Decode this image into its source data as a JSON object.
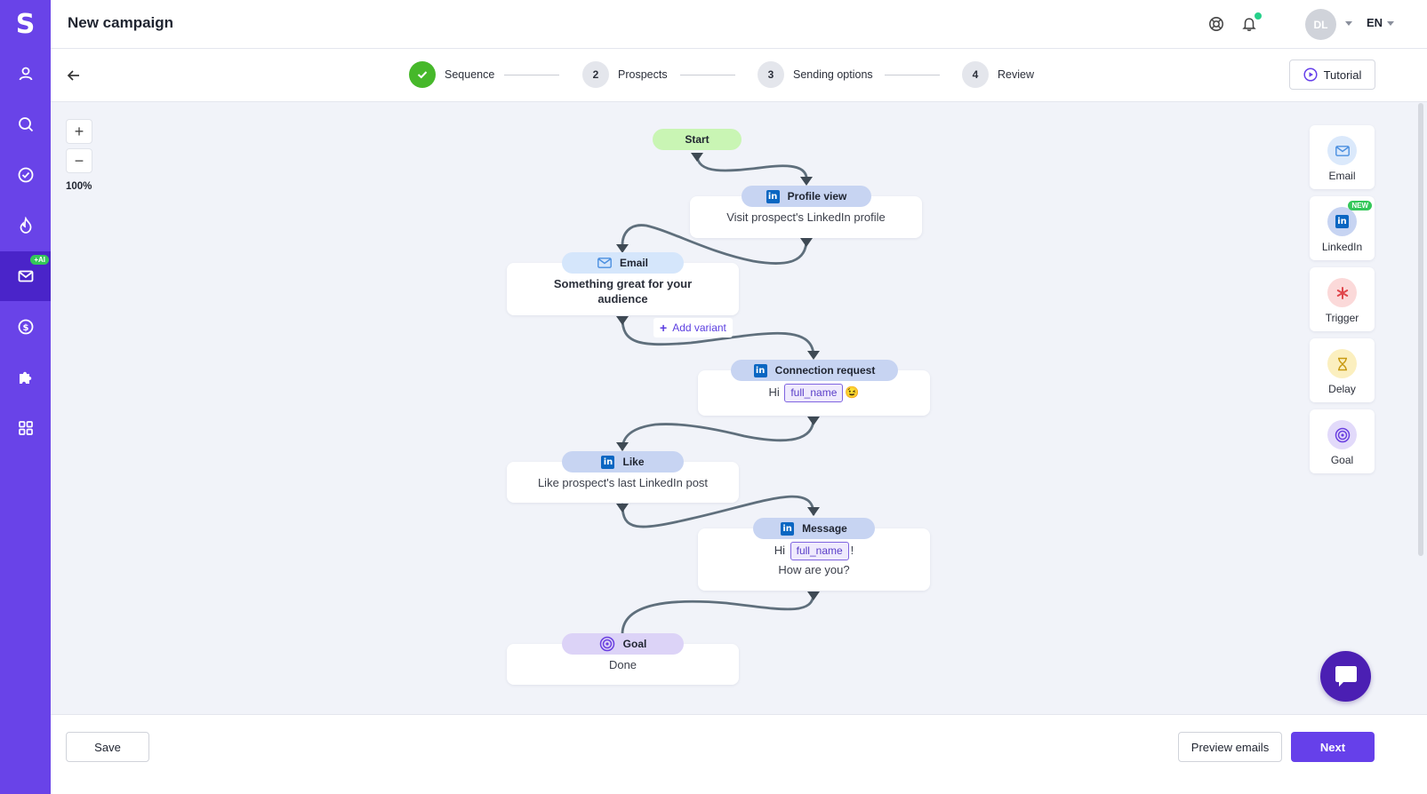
{
  "app": {
    "logo": "S",
    "title": "New campaign"
  },
  "sidebar": {
    "items": [
      {
        "name": "prospects",
        "icon": "person-icon"
      },
      {
        "name": "search",
        "icon": "search-icon"
      },
      {
        "name": "tasks",
        "icon": "check-circle-icon"
      },
      {
        "name": "leads",
        "icon": "flame-icon"
      },
      {
        "name": "campaigns",
        "icon": "mail-icon",
        "badge": "+AI",
        "active": true
      },
      {
        "name": "billing",
        "icon": "dollar-icon"
      },
      {
        "name": "integrations",
        "icon": "puzzle-icon"
      },
      {
        "name": "apps",
        "icon": "grid-icon"
      }
    ]
  },
  "header": {
    "avatar_initials": "DL",
    "language": "EN"
  },
  "stepper": {
    "steps": [
      {
        "number": "",
        "label": "Sequence",
        "done": true
      },
      {
        "number": "2",
        "label": "Prospects"
      },
      {
        "number": "3",
        "label": "Sending options"
      },
      {
        "number": "4",
        "label": "Review"
      }
    ],
    "tutorial_label": "Tutorial"
  },
  "canvas": {
    "zoom_in": "+",
    "zoom_out": "−",
    "zoom_level": "100%",
    "start_label": "Start",
    "nodes": {
      "profile_view": {
        "title": "Profile view",
        "text": "Visit prospect's LinkedIn profile"
      },
      "email": {
        "title": "Email",
        "text": "Something great for your audience",
        "add_variant": "Add variant"
      },
      "connection_request": {
        "title": "Connection request",
        "text_prefix": "Hi",
        "tag": "full_name",
        "emoji": "😉"
      },
      "like": {
        "title": "Like",
        "text": "Like prospect's last LinkedIn post"
      },
      "message": {
        "title": "Message",
        "text_prefix": "Hi",
        "tag": "full_name",
        "text_suffix": "!",
        "line2": "How are you?"
      },
      "goal": {
        "title": "Goal",
        "text": "Done"
      }
    }
  },
  "palette": {
    "items": [
      {
        "label": "Email",
        "icon": "email-icon",
        "color": "#dbe9fb"
      },
      {
        "label": "LinkedIn",
        "icon": "linkedin-icon",
        "color": "#c7d4f2",
        "badge": "NEW"
      },
      {
        "label": "Trigger",
        "icon": "asterisk-icon",
        "color": "#fbd9d9"
      },
      {
        "label": "Delay",
        "icon": "hourglass-icon",
        "color": "#fbefbf"
      },
      {
        "label": "Goal",
        "icon": "target-icon",
        "color": "#e2dafa"
      }
    ]
  },
  "footer": {
    "save_label": "Save",
    "preview_label": "Preview emails",
    "next_label": "Next"
  },
  "colors": {
    "brand": "#6943e8",
    "brand_dark": "#4a24c9",
    "primary_button": "#6640ea",
    "success": "#46b82a",
    "linkedin": "#0a66c2",
    "connector": "#5f6f7c"
  }
}
